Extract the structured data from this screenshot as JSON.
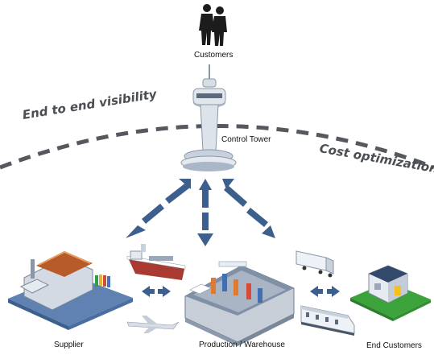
{
  "labels": {
    "customers": "Customers",
    "control_tower": "Control Tower",
    "supplier": "Supplier",
    "production_warehouse": "Production / Warehouse",
    "end_customers": "End Customers"
  },
  "arc_labels": {
    "left": "End to end visibility",
    "right": "Cost optimization"
  },
  "colors": {
    "arrow": "#3c5f8e",
    "arc": "#55595f",
    "ground_blue": "#5f82b3",
    "ground_green": "#3ca33c",
    "building_grey": "#c5cdd8"
  },
  "icons": [
    "customers-icon",
    "control-tower-icon",
    "supplier-factory-icon",
    "cargo-ship-icon",
    "airplane-icon",
    "warehouse-icon",
    "truck-icon",
    "train-icon",
    "end-customer-house-icon"
  ]
}
